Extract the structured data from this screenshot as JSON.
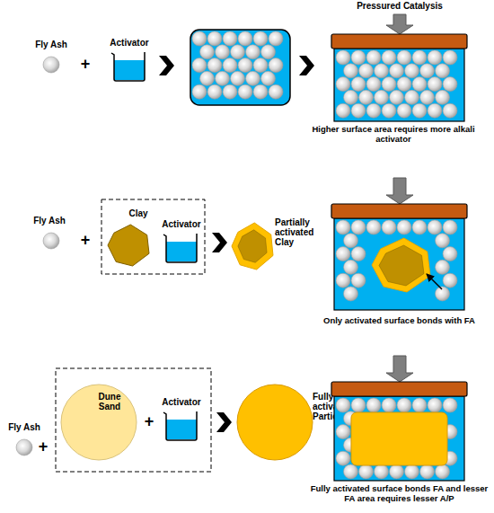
{
  "diagram": {
    "nodes": [
      {
        "text": [
          "Fly Ash"
        ]
      },
      {
        "text": [
          "Activator"
        ]
      },
      {
        "text": [
          "Higher surface area requires more alkali activator"
        ]
      },
      {
        "text": [
          "Fly Ash"
        ]
      },
      {
        "text": [
          "Clay"
        ]
      },
      {
        "text": [
          "Activator"
        ]
      },
      {
        "text": [
          "Partially activated Clay"
        ]
      },
      {
        "text": [
          "Only activated surface bonds with FA"
        ]
      },
      {
        "text": [
          "Fly Ash"
        ]
      },
      {
        "text": [
          "Dune Sand"
        ]
      },
      {
        "text": [
          "Activator"
        ]
      },
      {
        "text": [
          "Fully activated Particle"
        ]
      },
      {
        "text": [
          "Fully activated surface bonds FA and lesser FA area requires lesser A/P"
        ]
      }
    ],
    "labels": [
      "Pressured Catalysis",
      "+",
      "+",
      "+",
      "+"
    ]
  }
}
